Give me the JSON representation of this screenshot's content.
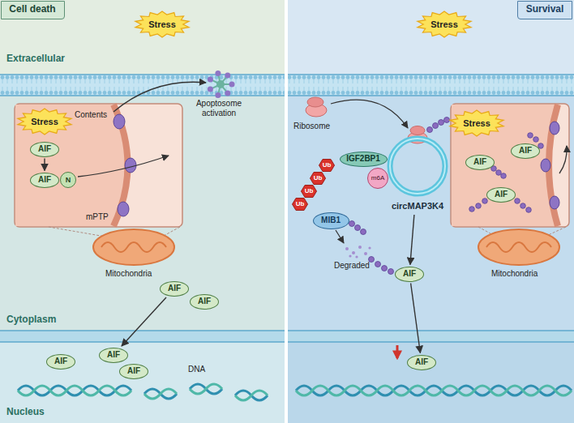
{
  "diagram": {
    "nodes": [
      {
        "text": [
          "Cell death"
        ]
      },
      {
        "text": [
          "Stress"
        ]
      },
      {
        "text": [
          "Stress"
        ]
      },
      {
        "text": [
          "AIF"
        ]
      },
      {
        "text": [
          "AIF"
        ]
      },
      {
        "text": [
          "N"
        ]
      },
      {
        "text": [
          "AIF"
        ]
      },
      {
        "text": [
          "AIF"
        ]
      },
      {
        "text": [
          "AIF"
        ]
      },
      {
        "text": [
          "AIF"
        ]
      },
      {
        "text": [
          "AIF"
        ]
      },
      {
        "text": [
          "Survival"
        ]
      },
      {
        "text": [
          "Stress"
        ]
      },
      {
        "text": [
          "IGF2BP1"
        ]
      },
      {
        "text": [
          "m6A"
        ]
      },
      {
        "text": [
          "circMAP3K4"
        ]
      },
      {
        "text": [
          "MIB1"
        ]
      },
      {
        "text": [
          "Ub"
        ]
      },
      {
        "text": [
          "Ub"
        ]
      },
      {
        "text": [
          "Ub"
        ]
      },
      {
        "text": [
          "Ub"
        ]
      },
      {
        "text": [
          "Stress"
        ]
      },
      {
        "text": [
          "AIF"
        ]
      },
      {
        "text": [
          "AIF"
        ]
      },
      {
        "text": [
          "AIF"
        ]
      },
      {
        "text": [
          "AIF"
        ]
      },
      {
        "text": [
          "AIF"
        ]
      }
    ],
    "edges": [
      {
        "from": 3,
        "to": 4,
        "arrow": "to"
      },
      {
        "from": 6,
        "to": 9,
        "arrow": "to"
      },
      {
        "from": 15,
        "to": 25,
        "arrow": "to"
      },
      {
        "from": 25,
        "to": 26,
        "arrow": "to"
      }
    ],
    "labels": [
      "Extracellular",
      "Contents",
      "mPTP",
      "Apoptosome activation",
      "Mitochondria",
      "Cytoplasm",
      "DNA",
      "Nucleus",
      "Ribosome",
      "Degraded",
      "Mitochondria"
    ]
  }
}
